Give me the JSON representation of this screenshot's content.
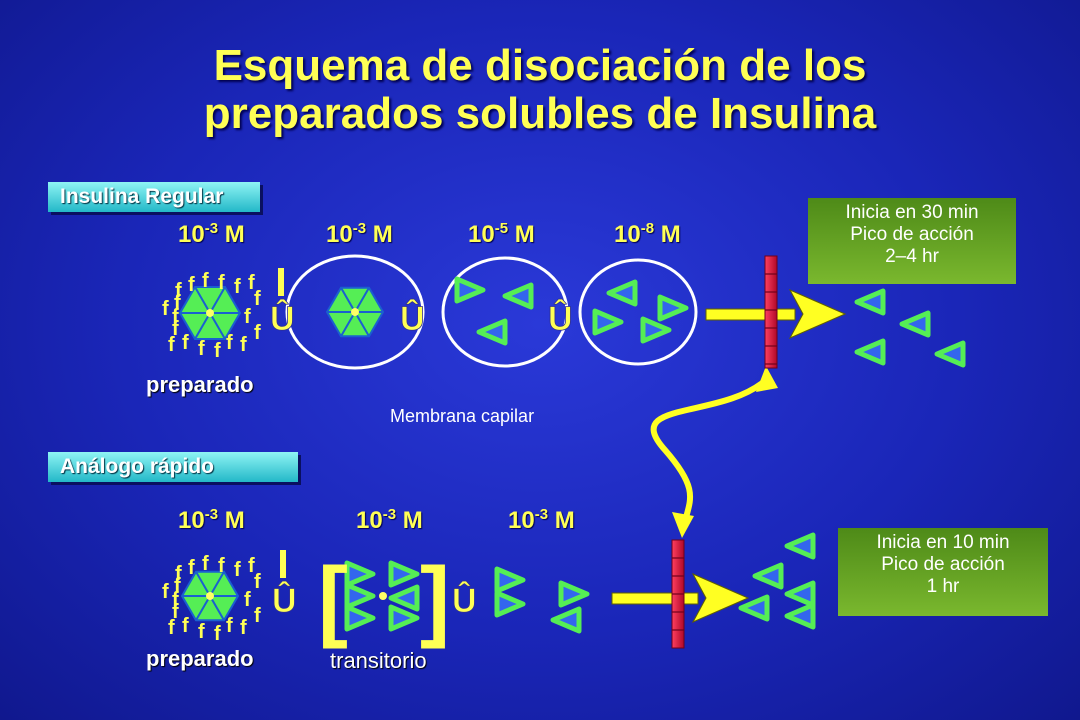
{
  "title": {
    "line1": "Esquema de disociación de los",
    "line2": "preparados solubles de Insulina"
  },
  "regular": {
    "label": "Insulina Regular",
    "concentrations": [
      {
        "base": "10",
        "exp": "-3",
        "unit": " M"
      },
      {
        "base": "10",
        "exp": "-3",
        "unit": " M"
      },
      {
        "base": "10",
        "exp": "-5",
        "unit": " M"
      },
      {
        "base": "10",
        "exp": "-8",
        "unit": " M"
      }
    ],
    "preparado_label": "preparado",
    "info": {
      "line1": "Inicia en 30 min",
      "line2": "Pico de acción",
      "line3": "2–4 hr"
    }
  },
  "membrane_label": "Membrana capilar",
  "rapido": {
    "label": "Análogo rápido",
    "concentrations": [
      {
        "base": "10",
        "exp": "-3",
        "unit": " M"
      },
      {
        "base": "10",
        "exp": "-3",
        "unit": " M"
      },
      {
        "base": "10",
        "exp": "-3",
        "unit": " M"
      }
    ],
    "preparado_label": "preparado",
    "transitorio_label": "transitorio",
    "info": {
      "line1": "Inicia en 10 min",
      "line2": "Pico de acción",
      "line3": "1 hr"
    }
  },
  "symbols": {
    "particle_letter": "f",
    "arrow_glyph": "Û",
    "bracket_left": "[",
    "bracket_right": "]"
  },
  "colors": {
    "background": "#1a26b8",
    "title": "#ffff55",
    "concentration": "#ffff55",
    "hexamer": "#55ee55",
    "monomer": "#3366ee",
    "monomer_border": "#55ee55",
    "membrane": "#e8183c",
    "arrow": "#ffff22",
    "info_box": "#5a9820",
    "label_box": "#40c8d8"
  }
}
